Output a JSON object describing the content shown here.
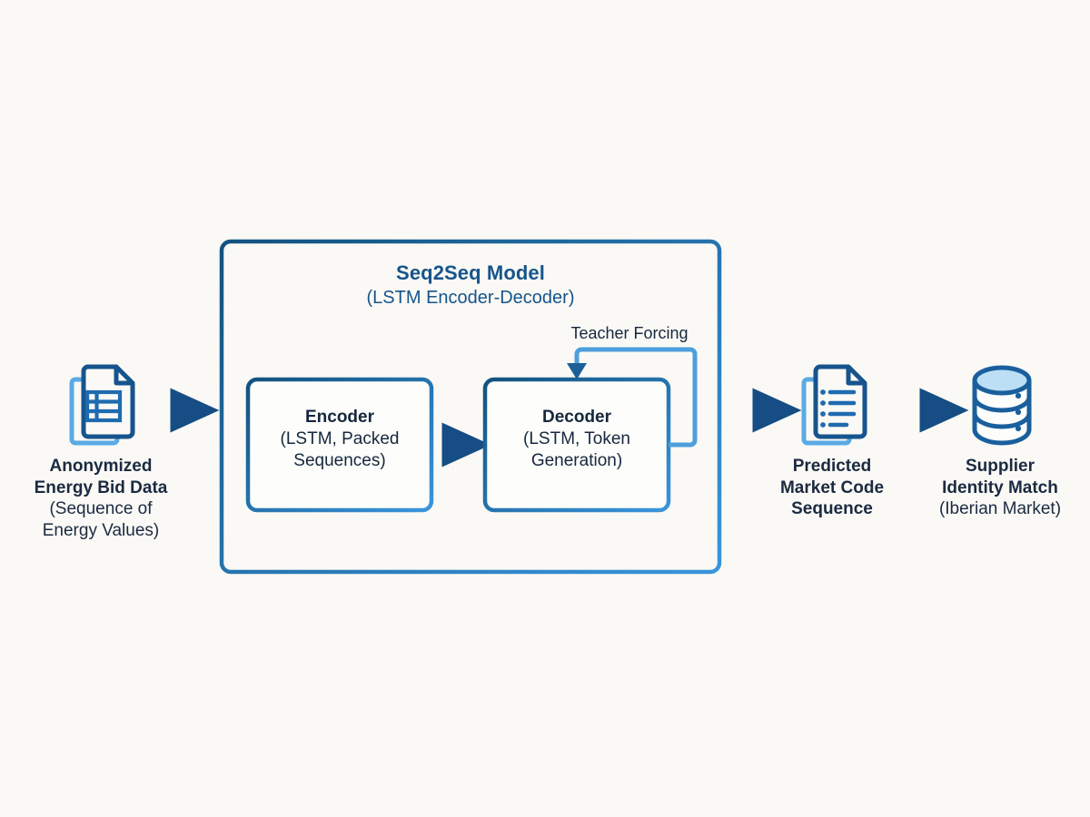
{
  "diagram": {
    "background_color": "#faf9f5",
    "accent_dark": "#17548c",
    "accent_mid": "#2e86d4",
    "accent_light": "#9fd0f0",
    "text_color": "#16273d",
    "title": "Seq2Seq Model",
    "subtitle": "(LSTM Encoder-Decoder)",
    "loop_label": "Teacher Forcing"
  },
  "nodes": {
    "input": {
      "icon": "document-table-icon",
      "line1": "Anonymized",
      "line2": "Energy Bid Data",
      "line3": "(Sequence of",
      "line4": "Energy Values)"
    },
    "encoder": {
      "line1": "Encoder",
      "line2": "(LSTM, Packed",
      "line3": "Sequences)"
    },
    "decoder": {
      "line1": "Decoder",
      "line2": "(LSTM, Token",
      "line3": "Generation)"
    },
    "predicted": {
      "icon": "document-list-icon",
      "line1": "Predicted",
      "line2": "Market Code",
      "line3": "Sequence"
    },
    "supplier": {
      "icon": "database-icon",
      "line1": "Supplier",
      "line2": "Identity Match",
      "line3": "(Iberian Market)"
    }
  },
  "edges": [
    {
      "name": "input-to-model",
      "from": "input",
      "to": "seq2seq-model",
      "style": "arrow"
    },
    {
      "name": "encoder-to-decoder",
      "from": "encoder",
      "to": "decoder",
      "style": "arrow"
    },
    {
      "name": "decoder-feedback-loop",
      "from": "decoder",
      "to": "decoder",
      "style": "arrow",
      "label": "Teacher Forcing"
    },
    {
      "name": "model-to-predicted",
      "from": "seq2seq-model",
      "to": "predicted",
      "style": "arrow"
    },
    {
      "name": "predicted-to-supplier",
      "from": "predicted",
      "to": "supplier",
      "style": "arrow"
    }
  ]
}
